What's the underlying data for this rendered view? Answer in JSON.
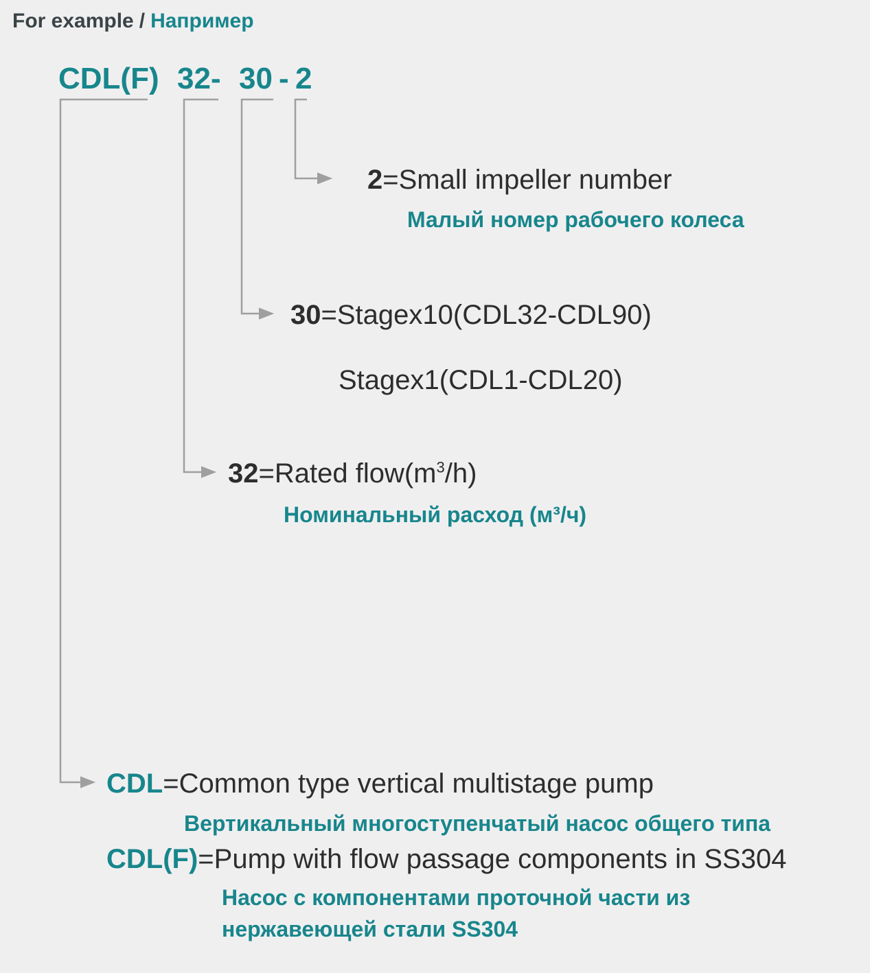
{
  "colors": {
    "background": "#f0eff0",
    "teal_accent": "#17868c",
    "dark_text": "#2d2d2d",
    "connector_line": "#9f9fa0"
  },
  "header": {
    "en": "For example",
    "sep": "/",
    "ru": "Например"
  },
  "code": {
    "series": "CDL(F)",
    "flow": "32-",
    "stage": "30",
    "dash": "-",
    "impeller": "2"
  },
  "impeller": {
    "key": "2",
    "en": "=Small impeller number",
    "ru": "Малый номер рабочего колеса"
  },
  "stage": {
    "key": "30",
    "en": "=Stagex10(CDL32-CDL90)",
    "en_alt": "Stagex1(CDL1-CDL20)"
  },
  "flow": {
    "key": "32",
    "en_pre": "=Rated flow(m",
    "en_sup": "3",
    "en_post": "/h)",
    "ru": "Номинальный расход (м³/ч)"
  },
  "cdl": {
    "key": "CDL",
    "en": "=Common type vertical multistage pump",
    "ru": "Вертикальный многоступенчатый насос общего типа"
  },
  "cdlf": {
    "key": "CDL(F)",
    "en": "=Pump with flow passage components in SS304",
    "ru1": "Насос с компонентами проточной части из",
    "ru2": "нержавеющей стали SS304"
  }
}
